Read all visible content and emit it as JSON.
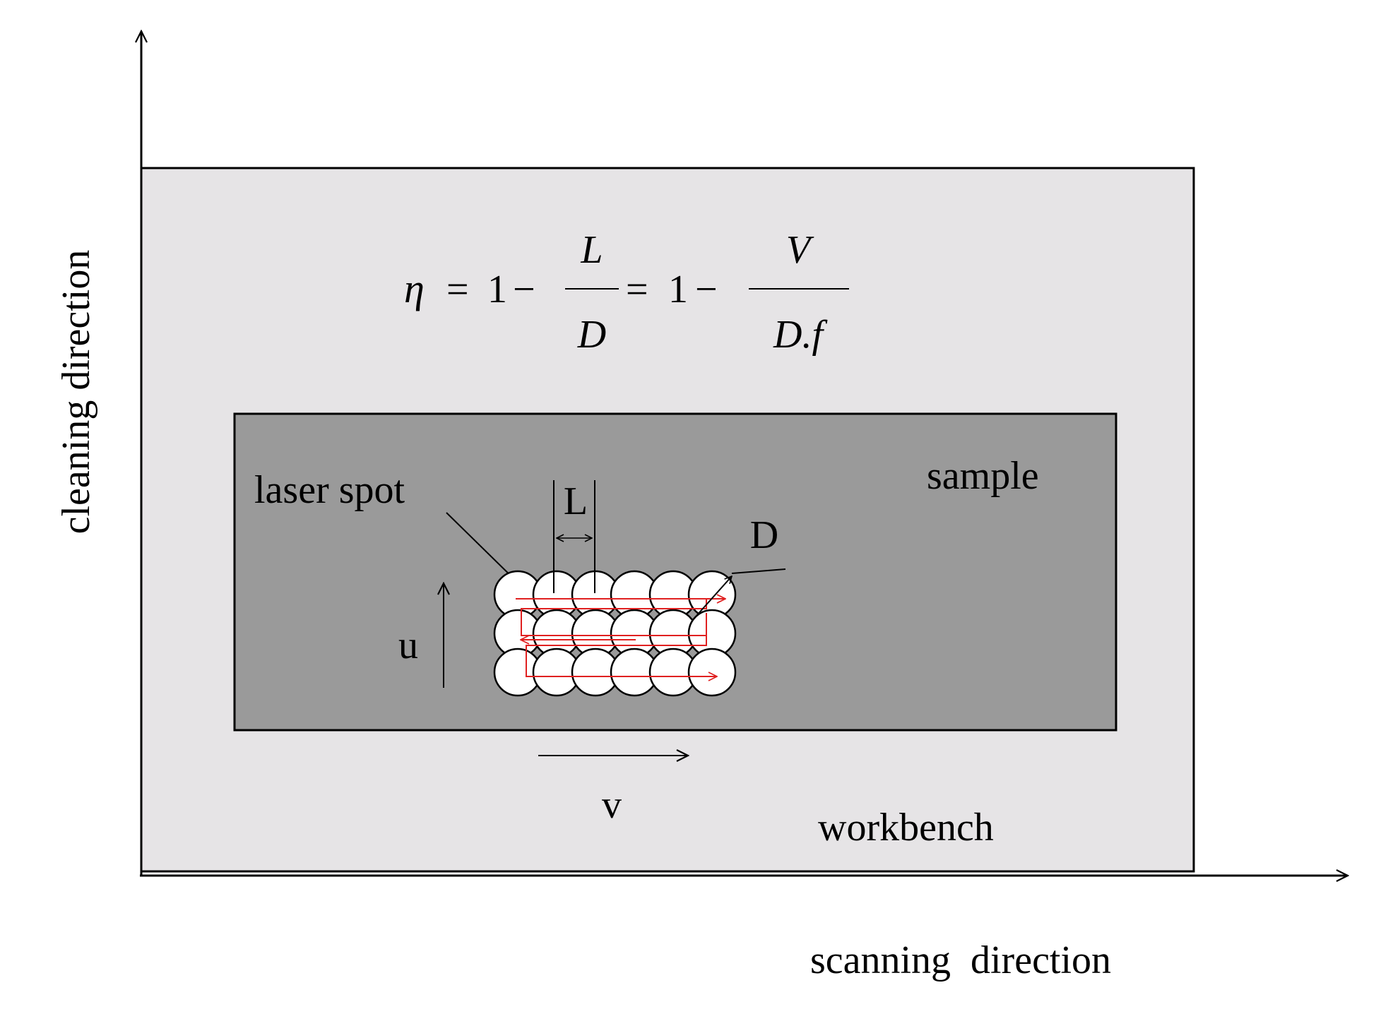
{
  "labels": {
    "y_axis": "cleaning  direction",
    "x_axis": "scanning  direction",
    "workbench": "workbench",
    "sample": "sample",
    "laser_spot": "laser spot",
    "L": "L",
    "D": "D",
    "u": "u",
    "v": "v"
  },
  "formula": {
    "eta": "η",
    "eq1": "=",
    "one1": "1",
    "minus1": "−",
    "num1": "L",
    "den1": "D",
    "eq2": "=",
    "one2": "1",
    "minus2": "−",
    "num2": "V",
    "den2": "D.f"
  },
  "colors": {
    "workbench_fill": "#e6e4e6",
    "sample_fill": "#9a9a9a",
    "spot_fill": "#ffffff",
    "scan_path": "#e02020",
    "ink": "#000000"
  },
  "spot_grid": {
    "rows": 3,
    "cols": 6
  }
}
